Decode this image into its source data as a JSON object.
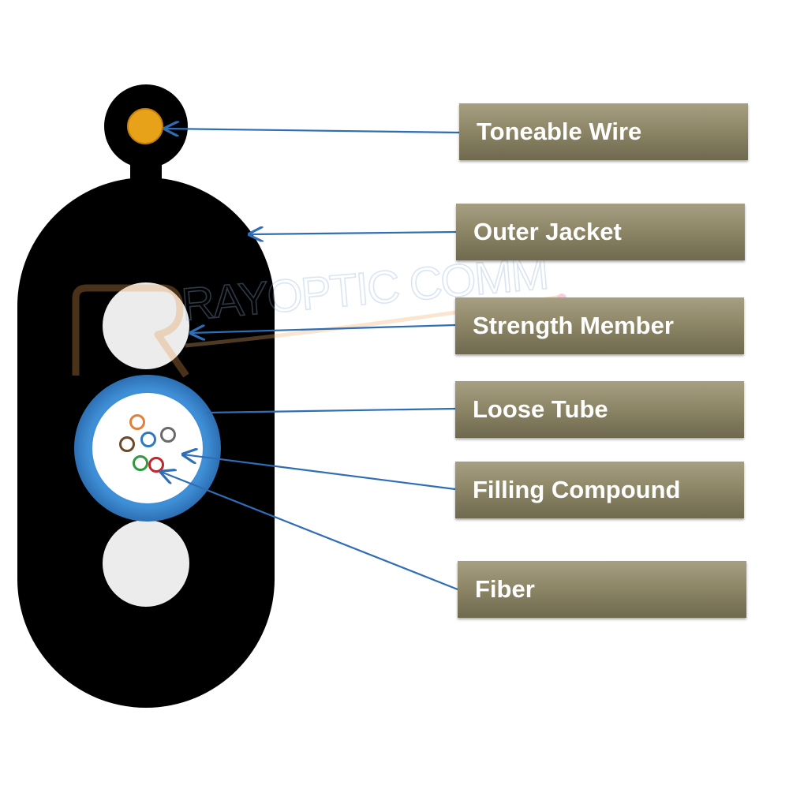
{
  "labels": {
    "toneable_wire": "Toneable Wire",
    "outer_jacket": "Outer Jacket",
    "strength_member": "Strength Member",
    "loose_tube": "Loose Tube",
    "filling_compound": "Filling Compound",
    "fiber": "Fiber"
  },
  "watermark": "RAYOPTIC COMM",
  "colors": {
    "jacket": "#000000",
    "toneable_core": "#e8a21a",
    "strength_member": "#ececec",
    "loose_tube": "#3f8fd6",
    "label_box": "#8e8768",
    "arrow": "#2f6db5"
  },
  "fibers": [
    {
      "color": "#e0803a"
    },
    {
      "color": "#6b4a2b"
    },
    {
      "color": "#2f78c2"
    },
    {
      "color": "#6a6a6a"
    },
    {
      "color": "#2e9a3a"
    },
    {
      "color": "#c0262b"
    }
  ]
}
